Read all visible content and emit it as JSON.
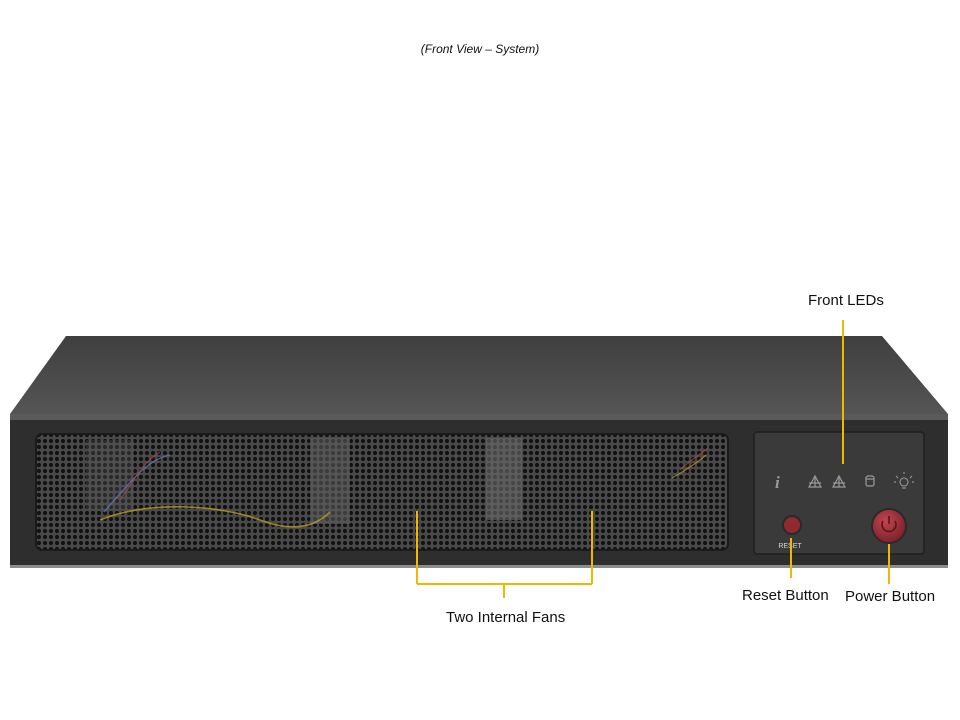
{
  "caption": "(Front View – System)",
  "callouts": {
    "front_leds": "Front LEDs",
    "internal_fans": "Two Internal Fans",
    "reset_button": "Reset Button",
    "power_button": "Power Button"
  },
  "panel": {
    "reset_text": "RESET",
    "info_glyph": "i"
  },
  "colors": {
    "callout_line": "#f2b800",
    "chassis_top": "#464646",
    "chassis_front": "#2e2e2e",
    "button_red": "#9b2b33"
  },
  "led_icons": [
    "info-icon",
    "network-1-icon",
    "network-2-icon",
    "hdd-icon",
    "power-led-icon"
  ]
}
